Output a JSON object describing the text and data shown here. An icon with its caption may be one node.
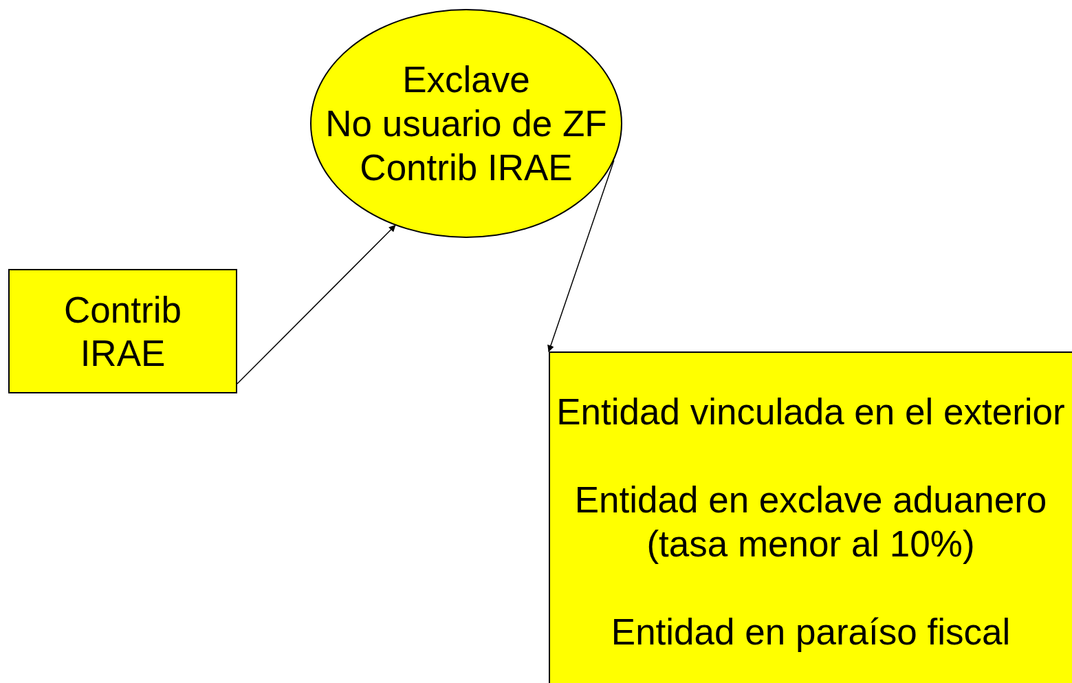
{
  "diagram": {
    "nodes": [
      {
        "text": [
          "Contrib IRAE"
        ]
      },
      {
        "text": [
          "Exclave",
          "No usuario de ZF",
          "Contrib IRAE"
        ]
      },
      {
        "text": [
          "Entidad vinculada en el exterior",
          "Entidad en exclave aduanero (tasa menor al 10%)",
          "Entidad en paraíso fiscal"
        ]
      }
    ],
    "edges": [
      {
        "from": 0,
        "to": 1,
        "arrow": "to"
      },
      {
        "from": 1,
        "to": 2,
        "arrow": "to"
      }
    ]
  }
}
